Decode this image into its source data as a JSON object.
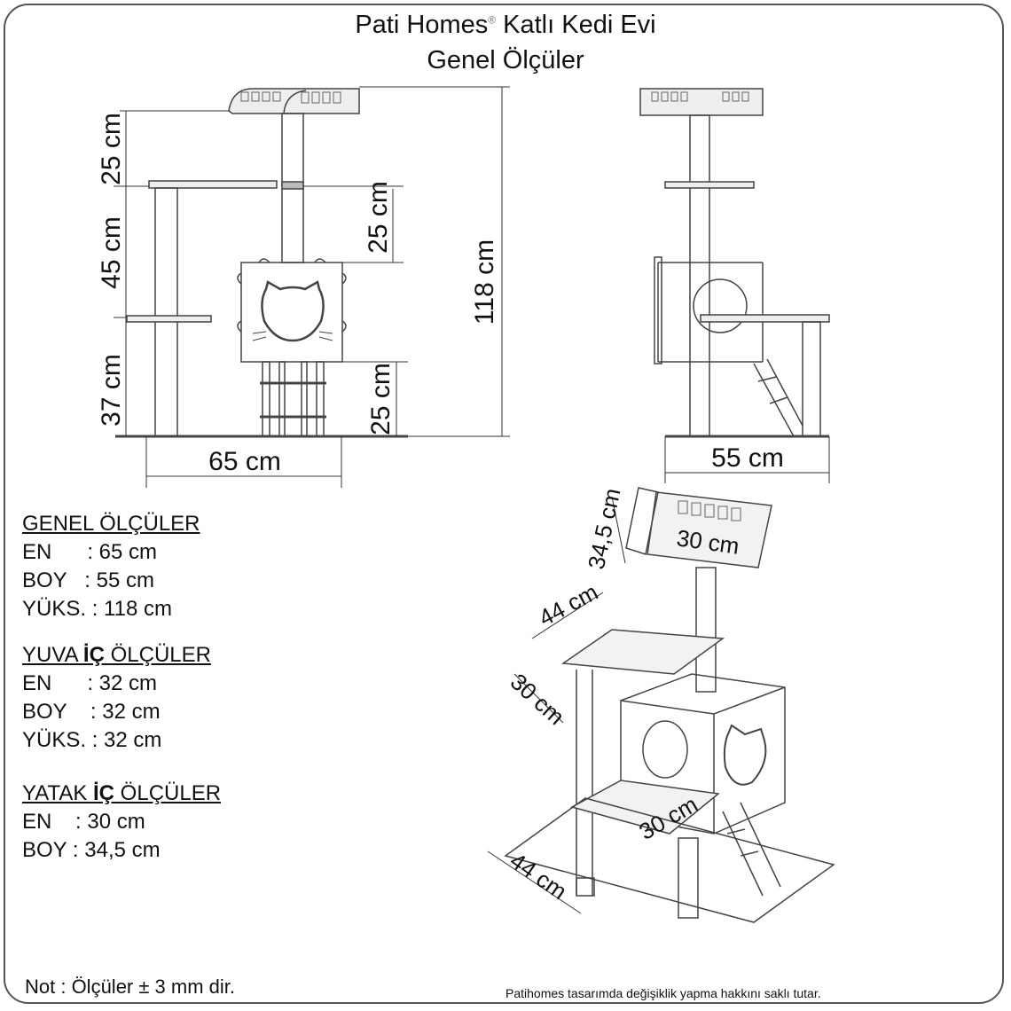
{
  "title": {
    "line1_brand": "Pati Homes",
    "registered_mark": "®",
    "line1_rest": "Katlı Kedi Evi",
    "line2": "Genel Ölçüler"
  },
  "front_view": {
    "dim_top": "25 cm",
    "dim_middle": "45 cm",
    "dim_bottom": "37 cm",
    "dim_house_top": "25 cm",
    "dim_house_bottom": "25 cm",
    "dim_height": "118 cm",
    "dim_width": "65 cm"
  },
  "side_view": {
    "dim_width": "55 cm"
  },
  "iso_view": {
    "bed_depth": "34,5 cm",
    "bed_width": "30 cm",
    "top_shelf_length": "44 cm",
    "top_shelf_width": "30 cm",
    "bottom_shelf_width": "30 cm",
    "bottom_shelf_length": "44 cm"
  },
  "specs": {
    "general": {
      "heading": "GENEL ÖLÇÜLER",
      "rows": [
        "EN      : 65 cm",
        "BOY   : 55 cm",
        "YÜKS. : 118 cm"
      ]
    },
    "nest": {
      "heading_pre": "YUVA ",
      "heading_bold": "İÇ",
      "heading_post": " ÖLÇÜLER",
      "rows": [
        "EN      : 32 cm",
        "BOY    : 32 cm",
        "YÜKS. : 32 cm"
      ]
    },
    "bed": {
      "heading_pre": "YATAK ",
      "heading_bold": "İÇ",
      "heading_post": " ÖLÇÜLER",
      "rows": [
        "EN    : 30 cm",
        "BOY : 34,5 cm"
      ]
    }
  },
  "footer": {
    "note": "Not : Ölçüler ± 3 mm dir.",
    "disclaimer": "Patihomes tasarımda değişiklik yapma hakkını saklı tutar."
  }
}
